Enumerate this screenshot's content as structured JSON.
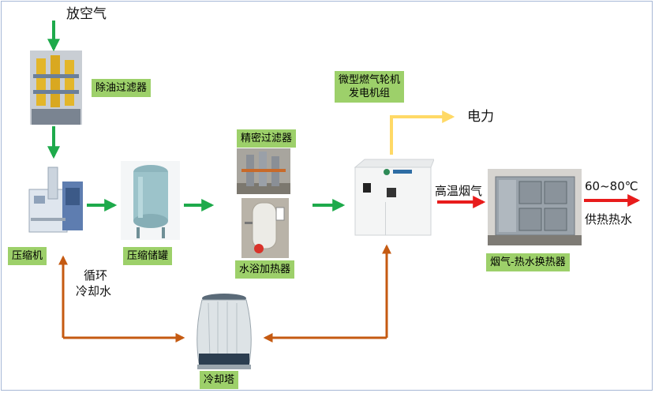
{
  "diagram": {
    "vent_air": "放空气",
    "oil_filter": "除油过滤器",
    "compressor": "压缩机",
    "compressed_tank": "压缩储罐",
    "precision_filter": "精密过滤器",
    "water_bath_heater": "水浴加热器",
    "turbine_line1": "微型燃气轮机",
    "turbine_line2": "发电机组",
    "electric_power": "电力",
    "hot_flue_gas": "高温烟气",
    "temperature_range": "60~80℃",
    "heat_supply_water": "供热热水",
    "heat_exchanger": "烟气-热水换热器",
    "cooling_line1": "循环",
    "cooling_line2": "冷却水",
    "cooling_tower": "冷却塔"
  },
  "colors": {
    "green_arrow": "#1eaa4b",
    "power_arrow": "#ffd966",
    "hot_arrow": "#e81c1c",
    "water_arrow": "#c55a11",
    "label_bg": "#9dd06a"
  }
}
